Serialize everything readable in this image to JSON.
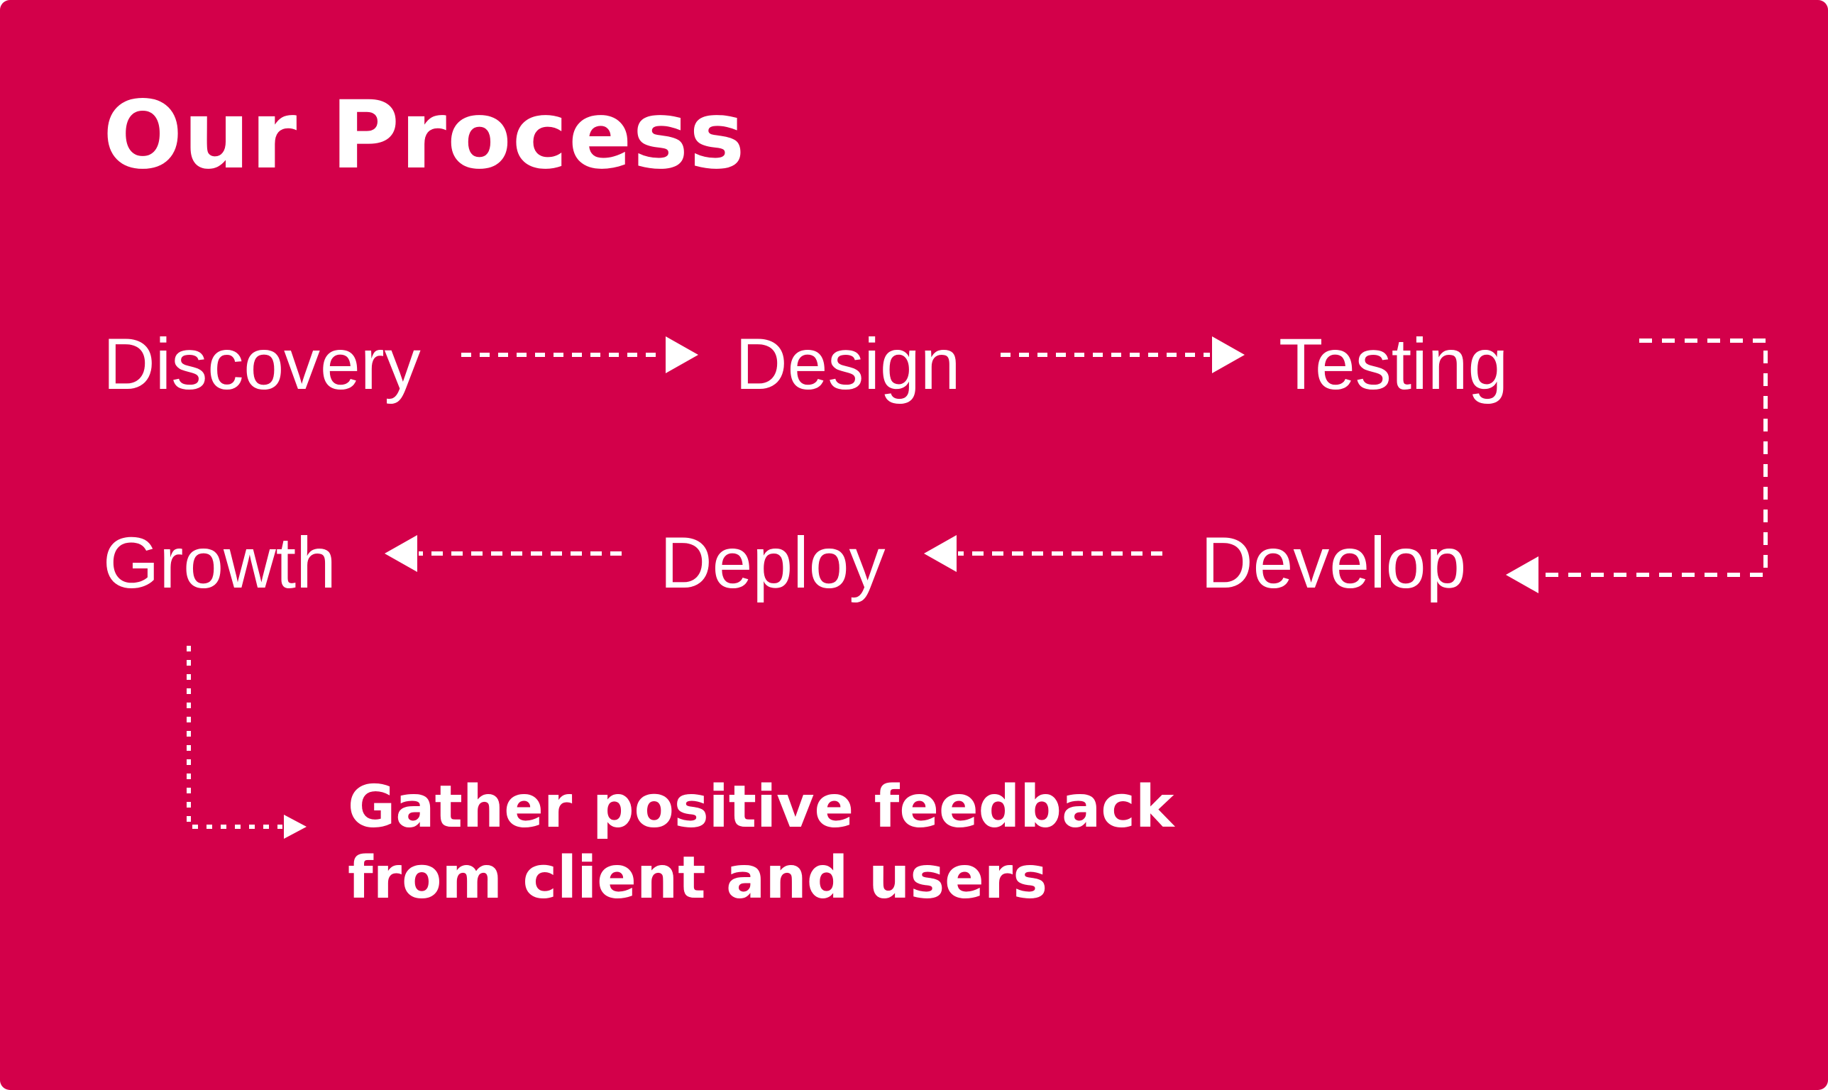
{
  "title": "Our Process",
  "steps": {
    "discovery": "Discovery",
    "design": "Design",
    "testing": "Testing",
    "develop": "Develop",
    "deploy": "Deploy",
    "growth": "Growth"
  },
  "outcome": {
    "line1": "Gather positive feedback",
    "line2": "from client and users"
  },
  "colors": {
    "background": "#d3004a",
    "foreground": "#ffffff"
  }
}
